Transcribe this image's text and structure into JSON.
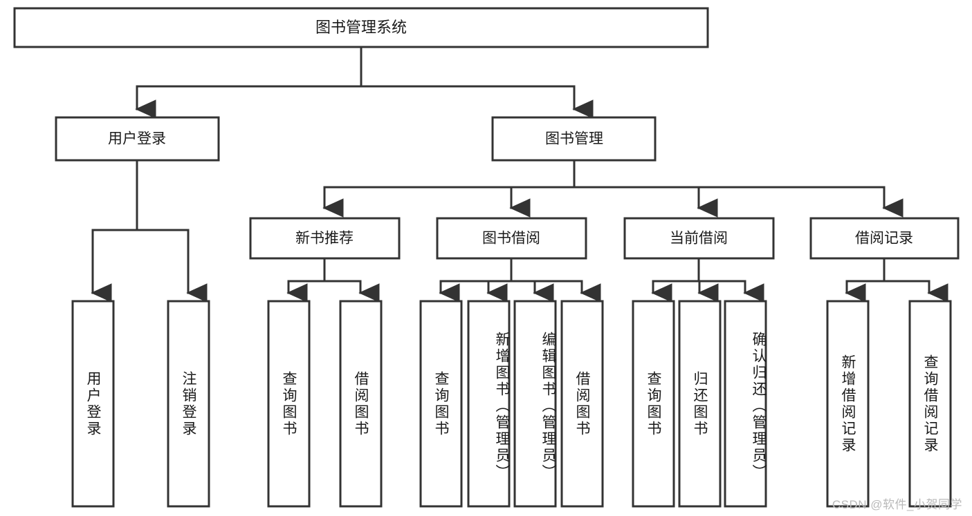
{
  "diagram": {
    "type": "tree",
    "title": "图书管理系统",
    "watermark": "CSDN @软件_小贺同学",
    "root": {
      "id": "root",
      "label": "图书管理系统",
      "orientation": "horizontal"
    },
    "level2": [
      {
        "id": "user-login",
        "label": "用户登录",
        "orientation": "horizontal"
      },
      {
        "id": "book-manage",
        "label": "图书管理",
        "orientation": "horizontal"
      }
    ],
    "level3": [
      {
        "id": "new-book-recommend",
        "label": "新书推荐",
        "parent": "book-manage",
        "orientation": "horizontal"
      },
      {
        "id": "book-borrow",
        "label": "图书借阅",
        "parent": "book-manage",
        "orientation": "horizontal"
      },
      {
        "id": "current-borrow",
        "label": "当前借阅",
        "parent": "book-manage",
        "orientation": "horizontal"
      },
      {
        "id": "borrow-record",
        "label": "借阅记录",
        "parent": "book-manage",
        "orientation": "horizontal"
      }
    ],
    "leaves": [
      {
        "id": "leaf-user-login",
        "label": "用户登录",
        "parent": "user-login",
        "orientation": "vertical"
      },
      {
        "id": "leaf-user-logout",
        "label": "注销登录",
        "parent": "user-login",
        "orientation": "vertical"
      },
      {
        "id": "leaf-query-book-1",
        "label": "查询图书",
        "parent": "new-book-recommend",
        "orientation": "vertical"
      },
      {
        "id": "leaf-borrow-book-1",
        "label": "借阅图书",
        "parent": "new-book-recommend",
        "orientation": "vertical"
      },
      {
        "id": "leaf-query-book-2",
        "label": "查询图书",
        "parent": "book-borrow",
        "orientation": "vertical"
      },
      {
        "id": "leaf-add-book",
        "label": "新增图书（管理员）",
        "parent": "book-borrow",
        "orientation": "vertical"
      },
      {
        "id": "leaf-edit-book",
        "label": "编辑图书（管理员）",
        "parent": "book-borrow",
        "orientation": "vertical"
      },
      {
        "id": "leaf-borrow-book-2",
        "label": "借阅图书",
        "parent": "book-borrow",
        "orientation": "vertical"
      },
      {
        "id": "leaf-query-book-3",
        "label": "查询图书",
        "parent": "current-borrow",
        "orientation": "vertical"
      },
      {
        "id": "leaf-return-book",
        "label": "归还图书",
        "parent": "current-borrow",
        "orientation": "vertical"
      },
      {
        "id": "leaf-confirm-return",
        "label": "确认归还（管理员）",
        "parent": "current-borrow",
        "orientation": "vertical"
      },
      {
        "id": "leaf-add-record",
        "label": "新增借阅记录",
        "parent": "borrow-record",
        "orientation": "vertical"
      },
      {
        "id": "leaf-query-record",
        "label": "查询借阅记录",
        "parent": "borrow-record",
        "orientation": "vertical"
      }
    ],
    "colors": {
      "box_stroke": "#333333",
      "box_fill": "#ffffff",
      "text": "#1a1a1a",
      "connector": "#333333",
      "watermark": "#b9b9b9",
      "background": "#ffffff"
    }
  }
}
